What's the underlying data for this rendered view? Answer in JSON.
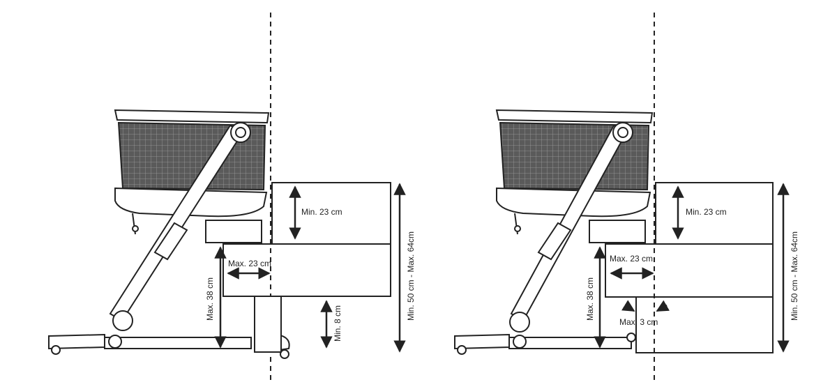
{
  "diagrams": [
    {
      "labels": {
        "min_gap": "Min. 23 cm",
        "max_side": "Max. 23 cm",
        "max_under": "Max. 38 cm",
        "min_leg": "Min. 8 cm",
        "total_height": "Min. 50 cm - Max. 64cm"
      }
    },
    {
      "labels": {
        "min_gap": "Min. 23 cm",
        "max_side": "Max. 23 cm",
        "max_under": "Max. 38 cm",
        "max_gap": "Max. 3 cm",
        "total_height": "Min. 50 cm - Max. 64cm"
      }
    }
  ],
  "colors": {
    "line": "#2a2a2a",
    "mesh": "#555555",
    "mesh_grid": "#9a9a9a"
  }
}
